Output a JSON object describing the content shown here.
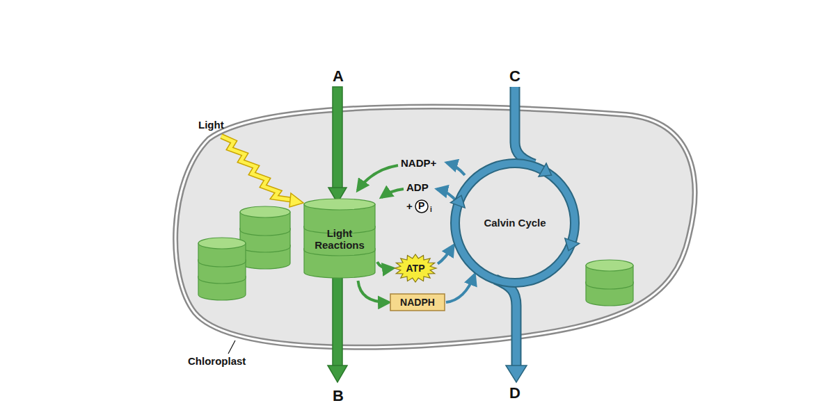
{
  "diagram": {
    "nodes": [
      {
        "text": [
          "Light Reactions"
        ]
      },
      {
        "text": [
          "Calvin Cycle"
        ]
      },
      {
        "text": [
          "ATP"
        ]
      },
      {
        "text": [
          "NADPH"
        ]
      }
    ],
    "edges": [
      {
        "from": 0,
        "to": 2,
        "arrow": "to"
      },
      {
        "from": 0,
        "to": 3,
        "arrow": "to"
      },
      {
        "from": 2,
        "to": 1,
        "arrow": "to"
      },
      {
        "from": 3,
        "to": 1,
        "arrow": "to"
      }
    ],
    "labels": [
      "A",
      "B",
      "C",
      "D",
      "Light",
      "NADP+",
      "ADP",
      "+",
      "P",
      "i",
      "Chloroplast"
    ]
  }
}
